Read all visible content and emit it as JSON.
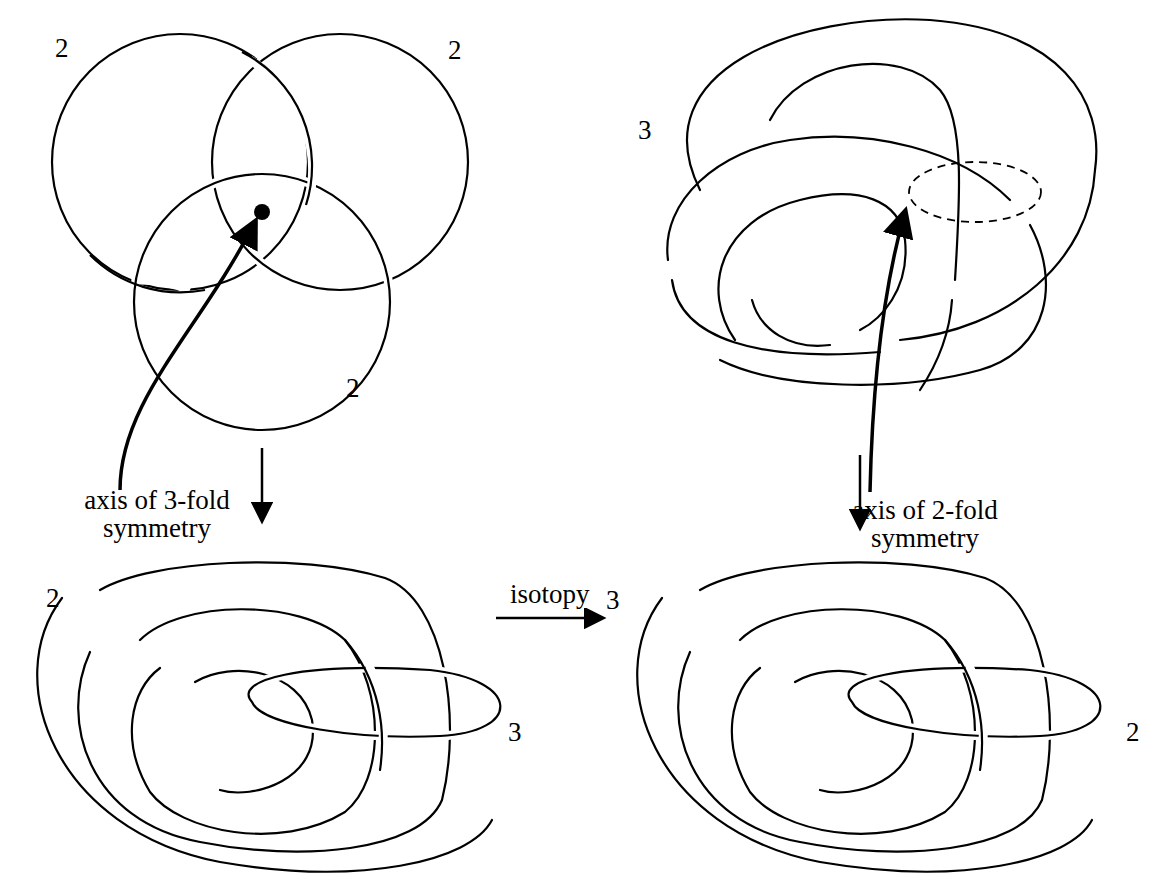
{
  "diagram": {
    "labels": [
      "2",
      "2",
      "2",
      "3",
      "axis of 3-fold symmetry",
      "axis of 2-fold symmetry",
      "2",
      "isotopy",
      "3",
      "3",
      "2"
    ]
  }
}
